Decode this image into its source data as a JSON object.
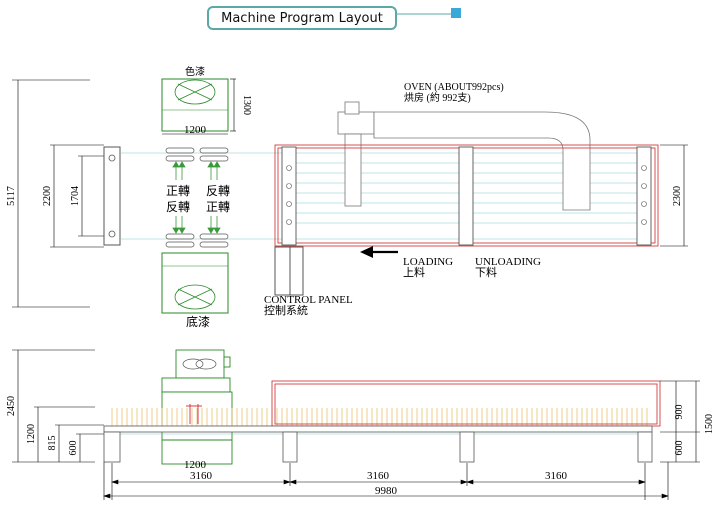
{
  "title": "Machine Program Layout",
  "labels": {
    "top_booth": "色漆",
    "bottom_booth": "底漆",
    "oven_en": "OVEN (ABOUT992pcs)",
    "oven_zh": "烘房 (約 992支)",
    "loading_en": "LOADING",
    "loading_zh": "上料",
    "unloading_en": "UNLOADING",
    "unloading_zh": "下料",
    "control_en": "CONTROL PANEL",
    "control_zh": "控制系統",
    "fwd_left": "正轉",
    "rev_right": "反轉",
    "rev_left": "反轉",
    "fwd_right": "正轉"
  },
  "dimensions": {
    "total_height": "5117",
    "left_outer": "2200",
    "left_inner": "1704",
    "booth_width_top": "1200",
    "booth_height": "1300",
    "oven_depth": "2300",
    "side_total": "2450",
    "side_1200": "1200",
    "side_815": "815",
    "side_600": "600",
    "booth_width_bottom": "1200",
    "right_900": "900",
    "right_1500": "1500",
    "right_600": "600",
    "span_1": "3160",
    "span_2": "3160",
    "span_3": "3160",
    "total_length": "9980"
  },
  "colors": {
    "booth": "#2a8a2a",
    "oven": "#d04040",
    "conveyor": "#80c8c8",
    "frame": "#707070",
    "racks": "#e8c070",
    "title_border": "#5aa8a8",
    "marker": "#3aa8d8"
  }
}
